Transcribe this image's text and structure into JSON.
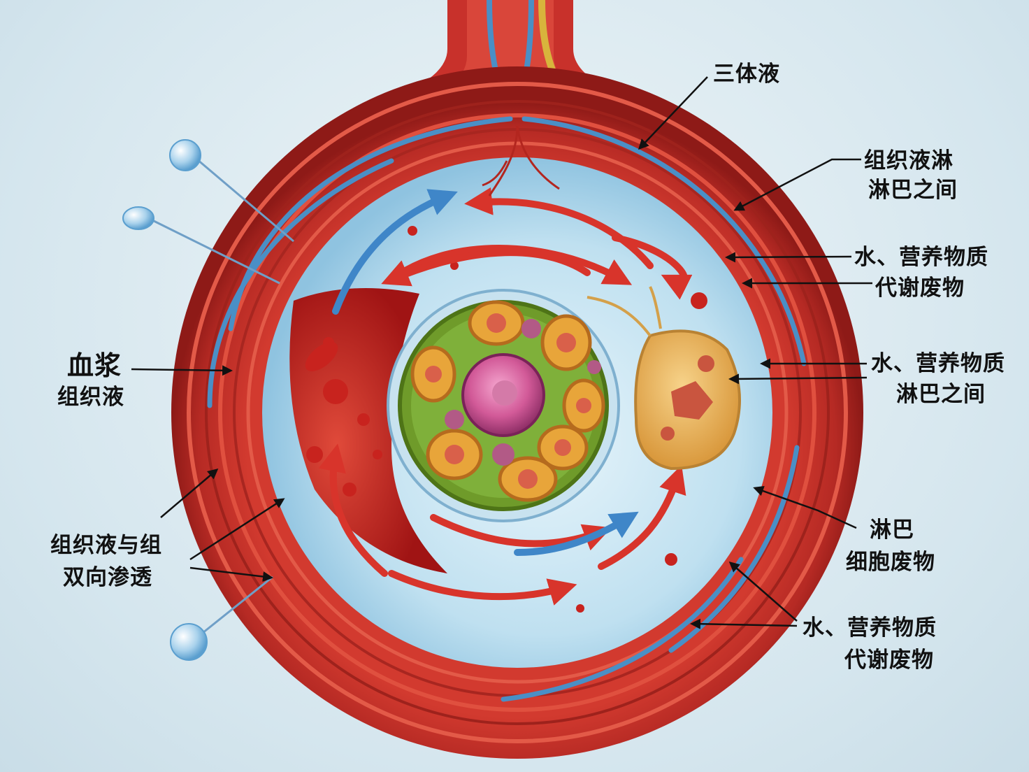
{
  "labels": {
    "three_fluids": "三体液",
    "tissue_fluid_lymph_1": "组织液淋",
    "tissue_fluid_lymph_2": "淋巴之间",
    "water_nutrients_1": "水、营养物质",
    "metabolic_waste_1": "代谢废物",
    "plasma": "血浆",
    "tissue_fluid": "组织液",
    "water_nutrients_2": "水、营养物质",
    "lymph_between": "淋巴之间",
    "bidirectional_1": "组织液与组",
    "bidirectional_2": "双向渗透",
    "lymph_short": "淋巴",
    "cell_waste": "细胞废物",
    "water_nutrients_3": "水、营养物质",
    "metabolic_waste_2": "代谢废物"
  },
  "colors": {
    "vessel_wall": "#c8312b",
    "vessel_dark": "#8e1a17",
    "lymph_blue": "#4a8fc6",
    "tissue_fluid_blue": "#bfe0f0",
    "plasma_red": "#b51e1e",
    "cell_green": "#6f9b2a",
    "cell_yellow": "#e8a53a",
    "nucleus_pink": "#c24a8a",
    "lymph_cell_tan": "#e6b55c",
    "arrow_red": "#d8342b",
    "arrow_blue": "#3f86c8"
  }
}
